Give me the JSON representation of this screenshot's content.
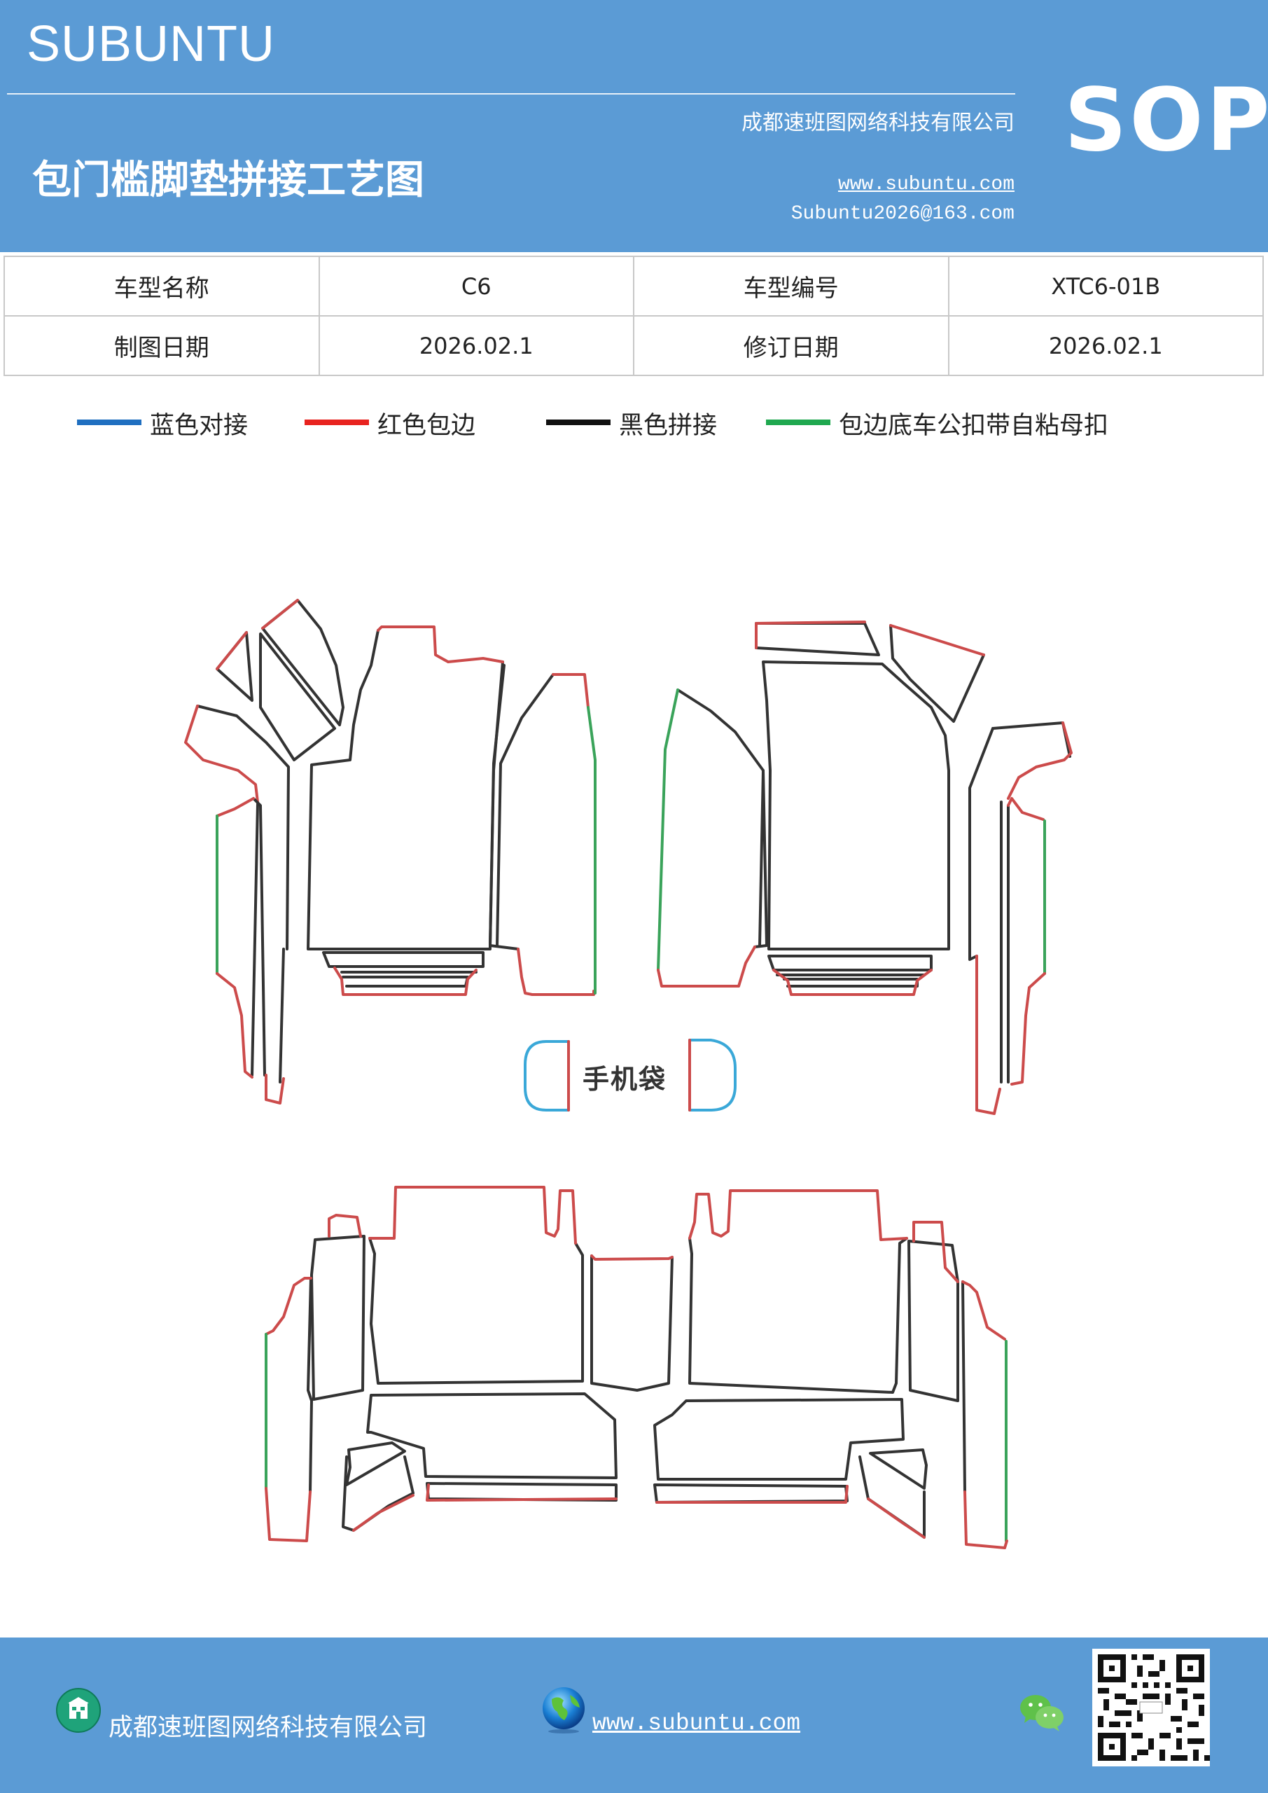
{
  "header": {
    "brand": "SUBUNTU",
    "company": "成都速班图网络科技有限公司",
    "title": "包门槛脚垫拼接工艺图",
    "website": "www.subuntu.com",
    "email": "Subuntu2026@163.com",
    "badge": "SOP"
  },
  "info_table": {
    "rows": [
      [
        {
          "label": "车型名称"
        },
        {
          "value": "C6"
        },
        {
          "label": "车型编号"
        },
        {
          "value": "XTC6-01B"
        }
      ],
      [
        {
          "label": "制图日期"
        },
        {
          "value": "2026.02.1"
        },
        {
          "label": "修订日期"
        },
        {
          "value": "2026.02.1"
        }
      ]
    ]
  },
  "legend": [
    {
      "label": "蓝色对接",
      "color": "#1f6fc0"
    },
    {
      "label": "红色包边",
      "color": "#e8231f"
    },
    {
      "label": "黑色拼接",
      "color": "#111111"
    },
    {
      "label": "包边底车公扣带自粘母扣",
      "color": "#1fa84f"
    }
  ],
  "diagram": {
    "colors": {
      "black": "#333333",
      "red": "#cc4b4b",
      "green": "#3aa35a",
      "blue": "#3aa8d8"
    },
    "phone_pocket_label": "手机袋"
  },
  "footer": {
    "company": "成都速班图网络科技有限公司",
    "website": "www.subuntu.com",
    "icons": [
      "building-icon",
      "globe-icon",
      "wechat-icon",
      "qr-code"
    ]
  }
}
